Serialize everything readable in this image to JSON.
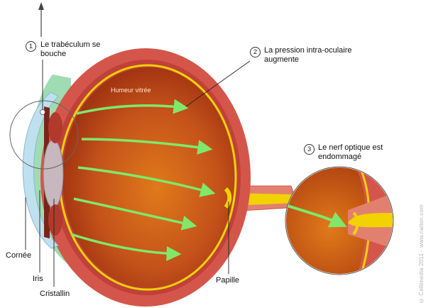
{
  "labels": {
    "step1_number": "1",
    "step1_line1": "Le trabéculum se",
    "step1_line2": "bouche",
    "step2_number": "2",
    "step2_line1": "La pression intra-oculaire",
    "step2_line2": "augmente",
    "step3_number": "3",
    "step3_line1": "Le nerf optique est",
    "step3_line2": "endommagé",
    "vitreous": "Humeur vitrée",
    "cornea": "Cornée",
    "iris": "Iris",
    "lens": "Cristallin",
    "papilla": "Papille"
  },
  "credit": "© Cellimedia 2011 - www.nation.com",
  "colors": {
    "sclera": "#d4564a",
    "vitreous": "#b4400e",
    "retina_line": "#f2d200",
    "pressure_arrow": "#7fe86a",
    "cornea": "#bfe0ee",
    "conjunctiva": "#7fcf9a",
    "nerve": "#e07a66"
  }
}
